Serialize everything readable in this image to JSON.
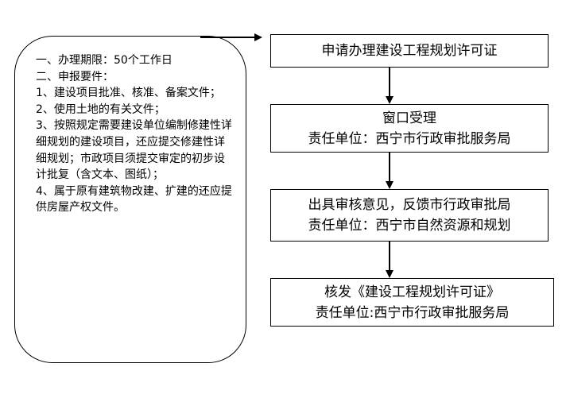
{
  "requirements": {
    "lines": [
      "一、办理期限：50个工作日",
      "二、申报要件：",
      "1、建设项目批准、核准、备案文件；",
      "2、使用土地的有关文件；",
      "3、按照规定需要建设单位编制修建性详细规划的建设项目，还应提交修建性详细规划；市政项目须提交审定的初步设计批复（含文本、图纸）；",
      "4、属于原有建筑物改建、扩建的还应提供房屋产权文件。"
    ]
  },
  "steps": [
    {
      "title": "申请办理建设工程规划许可证"
    },
    {
      "title": "窗口受理",
      "unit": "责任单位：西宁市行政审批服务局"
    },
    {
      "title": "出具审核意见，反馈市行政审批局",
      "unit": "责任单位：西宁市自然资源和规划"
    },
    {
      "title": "核发《建设工程规划许可证》",
      "unit": "责任单位:西宁市行政审批服务局"
    }
  ]
}
